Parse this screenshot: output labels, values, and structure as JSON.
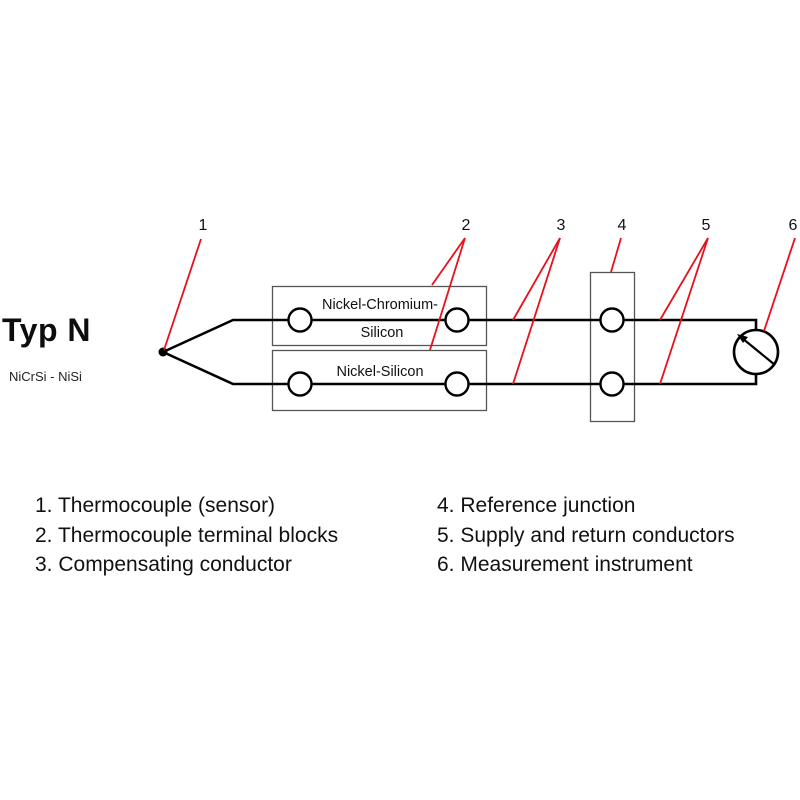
{
  "header": {
    "title": "Typ N",
    "subtitle": "NiCrSi - NiSi"
  },
  "diagram": {
    "callouts": [
      "1",
      "2",
      "3",
      "4",
      "5",
      "6"
    ],
    "terminal_blocks": {
      "upper_label_line1": "Nickel-Chromium-",
      "upper_label_line2": "Silicon",
      "lower_label": "Nickel-Silicon"
    },
    "colors": {
      "wire": "#000000",
      "box_border": "#555555",
      "callout_line": "#e8101a"
    }
  },
  "legend": {
    "left": [
      "1. Thermocouple (sensor)",
      "2. Thermocouple terminal blocks",
      "3. Compensating conductor"
    ],
    "right": [
      "4. Reference junction",
      "5. Supply and return conductors",
      "6. Measurement instrument"
    ]
  }
}
